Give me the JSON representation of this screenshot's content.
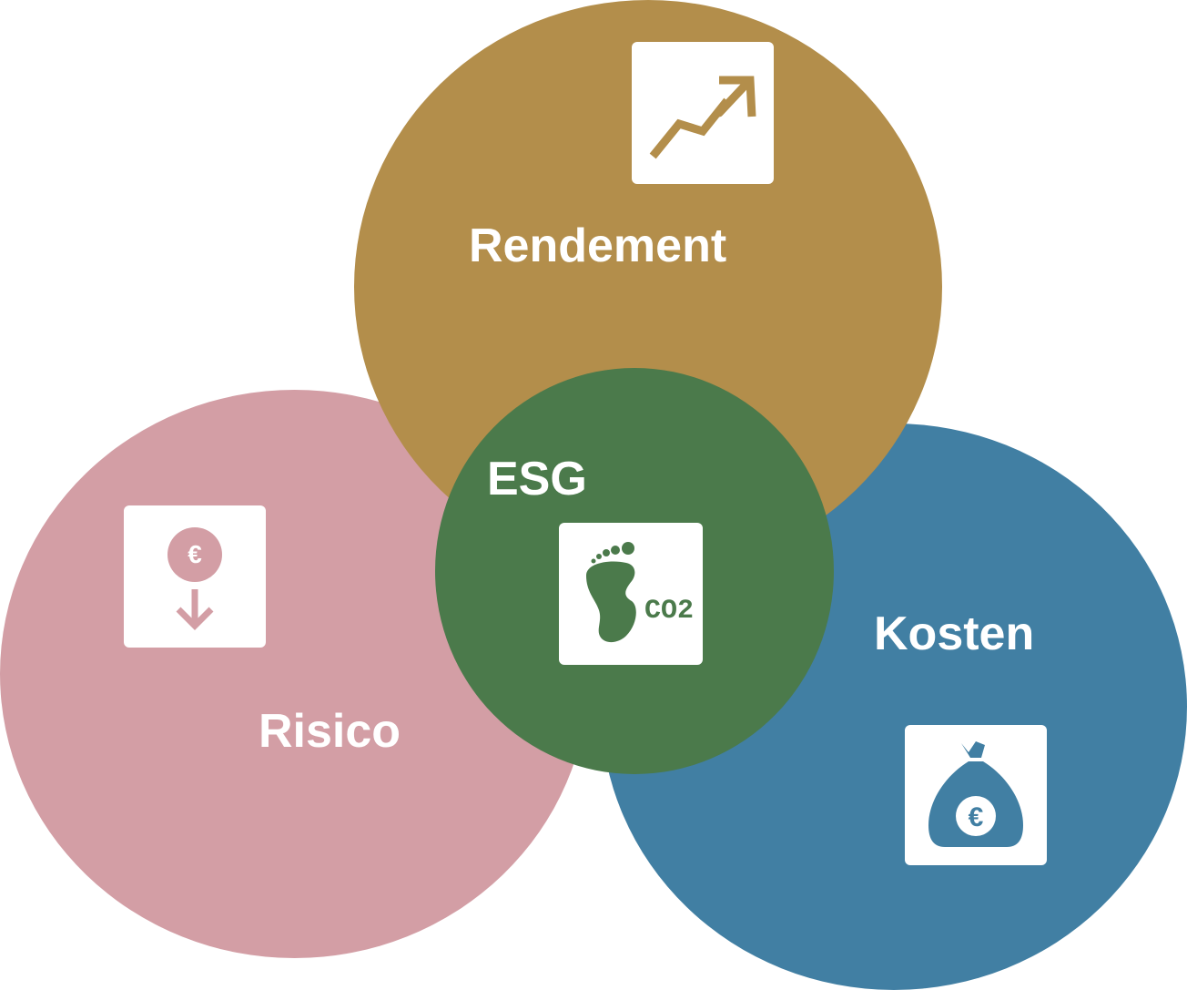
{
  "diagram": {
    "circles": [
      {
        "id": "rendement",
        "label": "Rendement",
        "color": "#B38E4B",
        "icon": "trend-up-arrow-icon"
      },
      {
        "id": "risico",
        "label": "Risico",
        "color": "#D39EA5",
        "icon": "euro-down-arrow-icon"
      },
      {
        "id": "kosten",
        "label": "Kosten",
        "color": "#417FA3",
        "icon": "euro-money-bag-icon"
      },
      {
        "id": "esg",
        "label": "ESG",
        "color": "#4B7A4B",
        "icon": "co2-footprint-icon"
      }
    ],
    "esg_icon_text": "CO2"
  }
}
